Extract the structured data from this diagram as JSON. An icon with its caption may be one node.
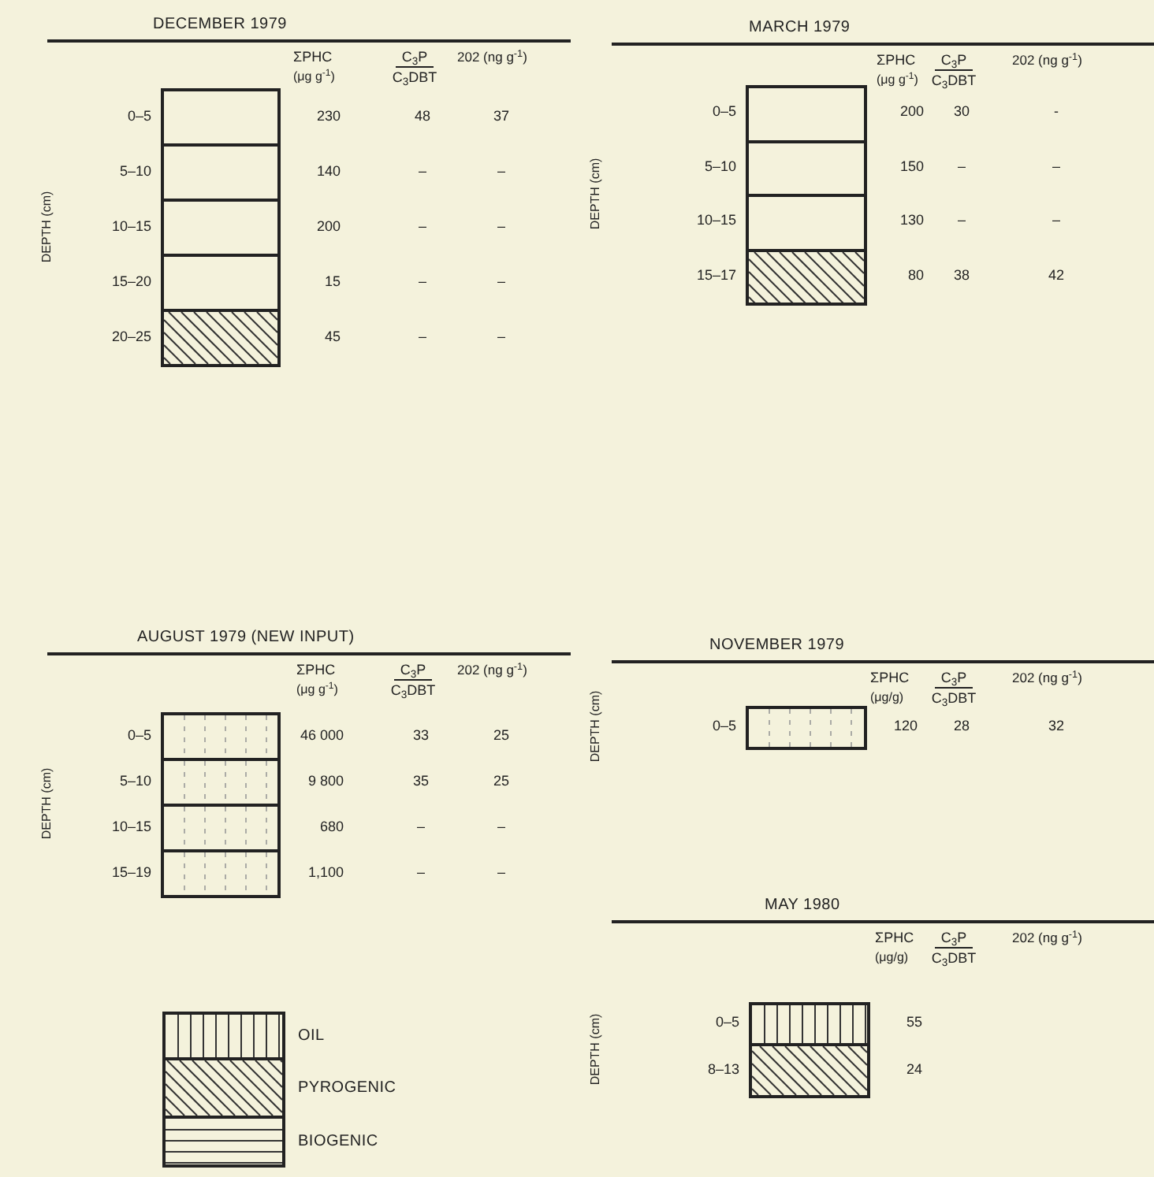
{
  "diagram": {
    "nodes": [
      {
        "text": [],
        "shape": "box",
        "beside": [
          "0–5"
        ]
      },
      {
        "text": [],
        "shape": "box",
        "beside": [
          "5–10"
        ]
      },
      {
        "text": [],
        "shape": "box",
        "beside": [
          "10–15"
        ]
      },
      {
        "text": [],
        "shape": "box",
        "beside": [
          "15–20"
        ]
      },
      {
        "text": [],
        "shape": "box",
        "beside": [
          "20–25"
        ]
      },
      {
        "text": [],
        "shape": "box",
        "beside": [
          "0–5"
        ]
      },
      {
        "text": [],
        "shape": "box",
        "beside": [
          "5–10"
        ]
      },
      {
        "text": [],
        "shape": "box",
        "beside": [
          "10–15"
        ]
      },
      {
        "text": [],
        "shape": "box",
        "beside": [
          "15–17"
        ]
      },
      {
        "text": [],
        "shape": "box",
        "beside": [
          "0–5"
        ]
      },
      {
        "text": [],
        "shape": "box",
        "beside": [
          "5–10"
        ]
      },
      {
        "text": [],
        "shape": "box",
        "beside": [
          "10–15"
        ]
      },
      {
        "text": [],
        "shape": "box",
        "beside": [
          "15–19"
        ]
      },
      {
        "text": [],
        "shape": "box",
        "beside": [
          "0–5"
        ]
      },
      {
        "text": [],
        "shape": "box",
        "beside": [
          "0–5"
        ]
      },
      {
        "text": [],
        "shape": "box",
        "beside": [
          "8–13"
        ]
      }
    ],
    "labels": [
      "DECEMBER 1979",
      "DEPTH (cm)",
      "ΣPHC",
      "(μg g$^{-1}$)",
      "C$_{3}$P",
      "C$_{3}$DBT",
      "202 (ng g$^{-1}$)",
      "230",
      "48",
      "37",
      "140",
      "–",
      "–",
      "200",
      "–",
      "–",
      "15",
      "–",
      "–",
      "45",
      "–",
      "–",
      "MARCH 1979",
      "DEPTH (cm)",
      "ΣPHC",
      "(μg g$^{-1}$)",
      "C$_{3}$P",
      "C$_{3}$DBT",
      "202 (ng g$^{-1}$)",
      "200",
      "30",
      "-",
      "150",
      "–",
      "–",
      "130",
      "–",
      "–",
      "80",
      "38",
      "42",
      "AUGUST 1979 (NEW INPUT)",
      "DEPTH (cm)",
      "ΣPHC",
      "(μg g$^{-1}$)",
      "C$_{3}$P",
      "C$_{3}$DBT",
      "202 (ng g$^{-1}$)",
      "46 000",
      "33",
      "25",
      "9 800",
      "35",
      "25",
      "680",
      "–",
      "–",
      "1,100",
      "–",
      "–",
      "NOVEMBER 1979",
      "DEPTH (cm)",
      "ΣPHC",
      "(μg/g)",
      "C$_{3}$P",
      "C$_{3}$DBT",
      "202 (ng g$^{-1}$)",
      "120",
      "28",
      "32",
      "MAY 1980",
      "DEPTH (cm)",
      "ΣPHC",
      "(μg/g)",
      "C$_{3}$P",
      "C$_{3}$DBT",
      "202 (ng g$^{-1}$)",
      "55",
      "24"
    ],
    "legend": [
      {
        "text": "OIL"
      },
      {
        "text": "PYROGENIC"
      },
      {
        "text": "BIOGENIC"
      }
    ]
  }
}
